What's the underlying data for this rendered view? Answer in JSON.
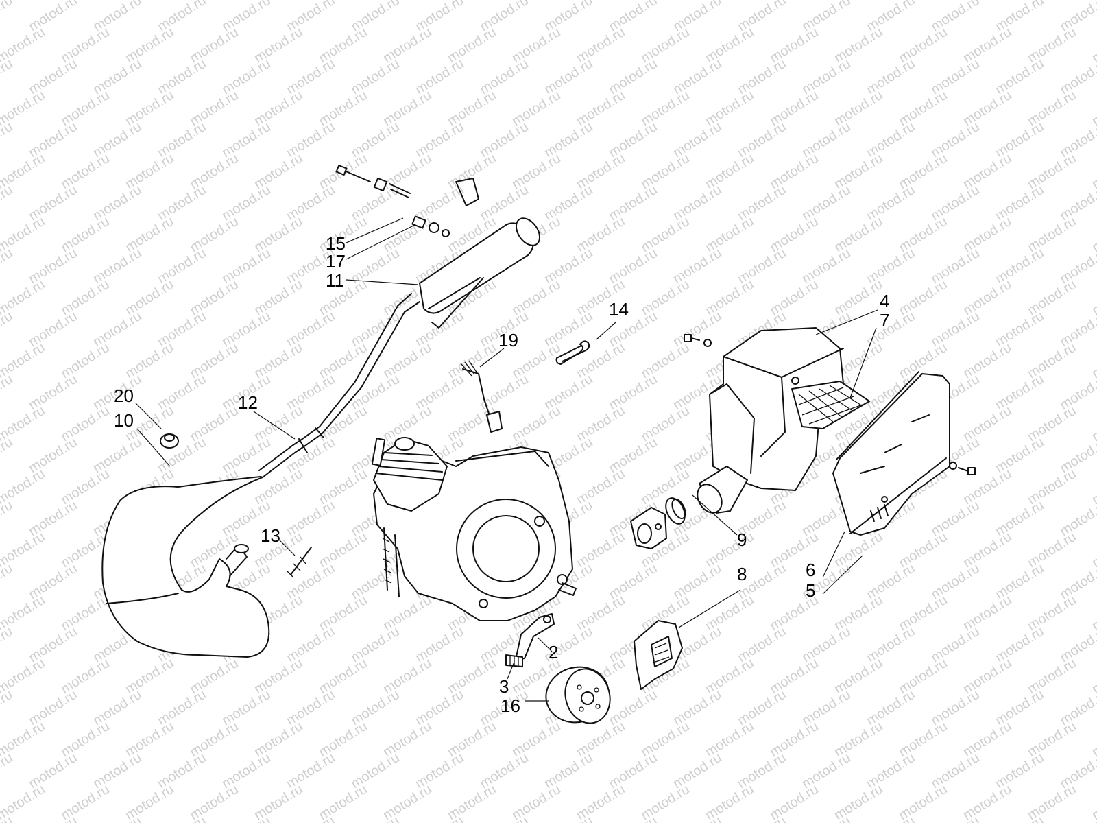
{
  "watermark": "motod.ru",
  "callouts": [
    "4",
    "7",
    "14",
    "19",
    "20",
    "10",
    "12",
    "15",
    "17",
    "11",
    "13",
    "9",
    "8",
    "6",
    "5",
    "2",
    "3",
    "16"
  ]
}
